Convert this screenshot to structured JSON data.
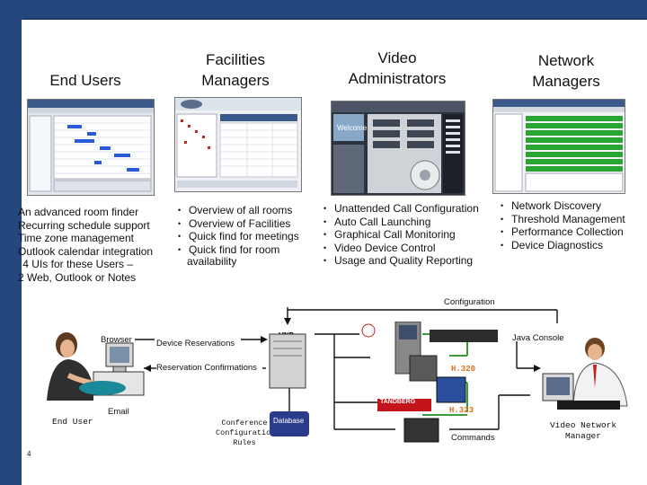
{
  "columns": {
    "end_users": "End Users",
    "facilities": [
      "Facilities",
      "Managers"
    ],
    "video_admins": [
      "Video",
      "Administrators"
    ],
    "network": [
      "Network",
      "Managers"
    ]
  },
  "end_users_items": [
    "An advanced room finder",
    "Recurring schedule support",
    "Time zone management",
    "Outlook calendar integration",
    "4 UIs for these Users –",
    "2 Web, Outlook or Notes"
  ],
  "facilities_items": [
    "Overview of all rooms",
    "Overview of Facilities",
    "Quick find for meetings",
    "Quick find for room"
  ],
  "facilities_wrap": "availability",
  "video_admin_items": [
    "Unattended Call Configuration",
    "Auto Call Launching",
    "Graphical Call Monitoring",
    "Video Device Control",
    "Usage and Quality Reporting"
  ],
  "network_items": [
    "Network Discovery",
    "Threshold Management",
    "Performance Collection",
    "Device Diagnostics"
  ],
  "diagram": {
    "configuration": "Configuration",
    "browser": "Browser",
    "device_reservations": "Device Reservations",
    "vnp": "VNP",
    "java_console": "Java Console",
    "reservation_confirmations": "Reservation Confirmations",
    "h320": "H.320",
    "h323": "H.323",
    "email": "Email",
    "end_user": "End User",
    "conference_rules": [
      "Conference",
      "Configuration",
      "Rules"
    ],
    "database": "Database",
    "commands": "Commands",
    "video_network_manager": [
      "Video Network",
      "Manager"
    ],
    "tandberg": "TANDBERG"
  },
  "page_number": "4"
}
